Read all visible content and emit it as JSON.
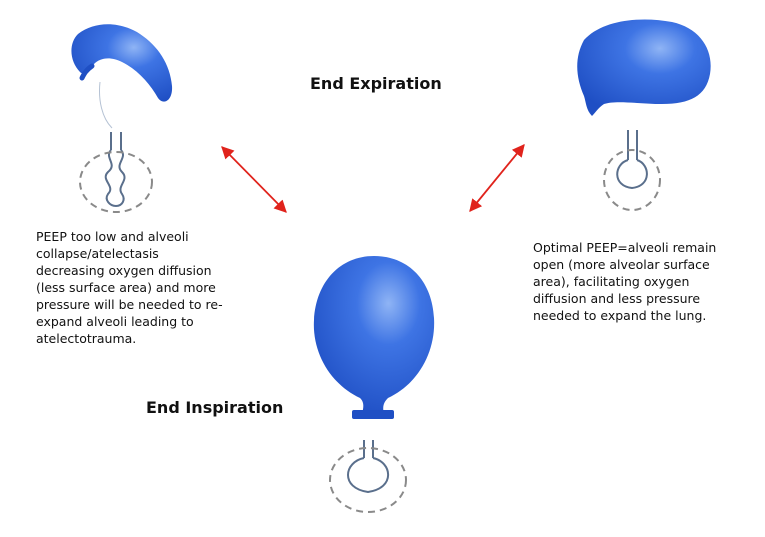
{
  "labels": {
    "end_expiration": "End Expiration",
    "end_inspiration": "End Inspiration"
  },
  "captions": {
    "low_peep_lines": [
      "PEEP too low and alveoli",
      "collapse/atelectasis",
      "decreasing oxygen diffusion",
      "(less surface area) and more",
      "pressure will be needed to re-",
      "expand alveoli leading to",
      "atelectotrauma."
    ],
    "optimal_peep_lines": [
      "Optimal PEEP=alveoli remain",
      "open (more alveolar surface",
      "area), facilitating oxygen",
      "diffusion and less pressure",
      "needed to expand the lung."
    ]
  },
  "colors": {
    "balloon": "#2e64dc",
    "balloon_highlight": "#7fa8f2",
    "arrow": "#e0231c",
    "airway": "#5a6f8c",
    "dashed_ring": "#8a8a8a"
  }
}
